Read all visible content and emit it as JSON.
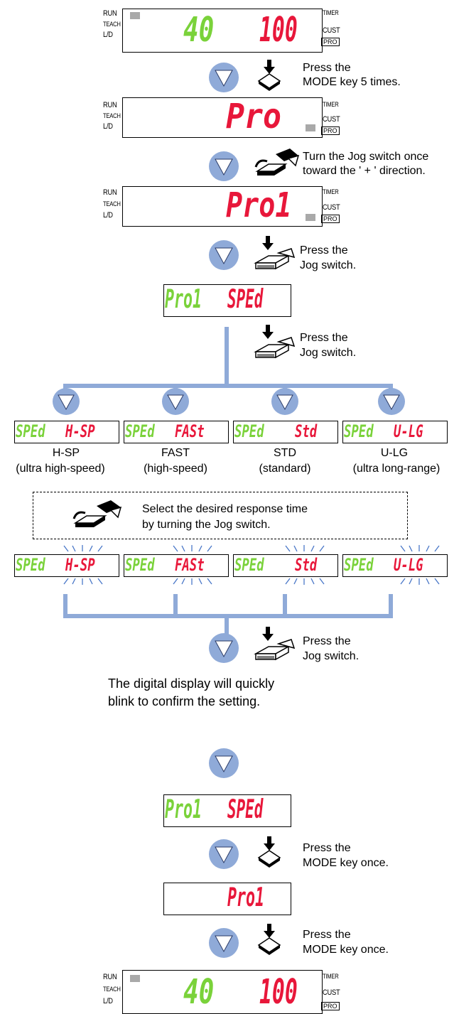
{
  "indicators": {
    "run": "RUN",
    "teach": "TEACH",
    "ld": "L/D",
    "timer": "TIMER",
    "cust": "CUST",
    "pro": "PRO"
  },
  "displays": {
    "d1_left": "40",
    "d1_right": "100",
    "d2": "Pro",
    "d3": "Pro1",
    "d4_left": "Pro1",
    "d4_right": "SPEd",
    "opt_prefix": "SPEd",
    "opt_values": [
      "H-SP",
      "FASt",
      "Std",
      "U-LG"
    ],
    "d_last_left": "40",
    "d_last_right": "100"
  },
  "steps": {
    "mode5_line1": "Press the",
    "mode5_line2": "MODE key 5 times.",
    "jog_turn_line1": "Turn the Jog switch once",
    "jog_turn_line2": "toward the ' + ' direction.",
    "jog_press_line1": "Press the",
    "jog_press_line2": "Jog switch.",
    "mode_once_line1": "Press the",
    "mode_once_line2": "MODE key once."
  },
  "options": [
    {
      "code": "H-SP",
      "desc": "(ultra high-speed)"
    },
    {
      "code": "FAST",
      "desc": "(high-speed)"
    },
    {
      "code": "STD",
      "desc": "(standard)"
    },
    {
      "code": "U-LG",
      "desc": "(ultra long-range)"
    }
  ],
  "select_note": {
    "line1": "Select the desired response time",
    "line2": "by turning the Jog switch."
  },
  "confirm_note": {
    "line1": "The digital display will quickly",
    "line2": "blink to confirm the setting."
  },
  "colors": {
    "accent": "#8faad8",
    "green": "#7ad23a",
    "red": "#e8173a",
    "dash": "#000000"
  }
}
